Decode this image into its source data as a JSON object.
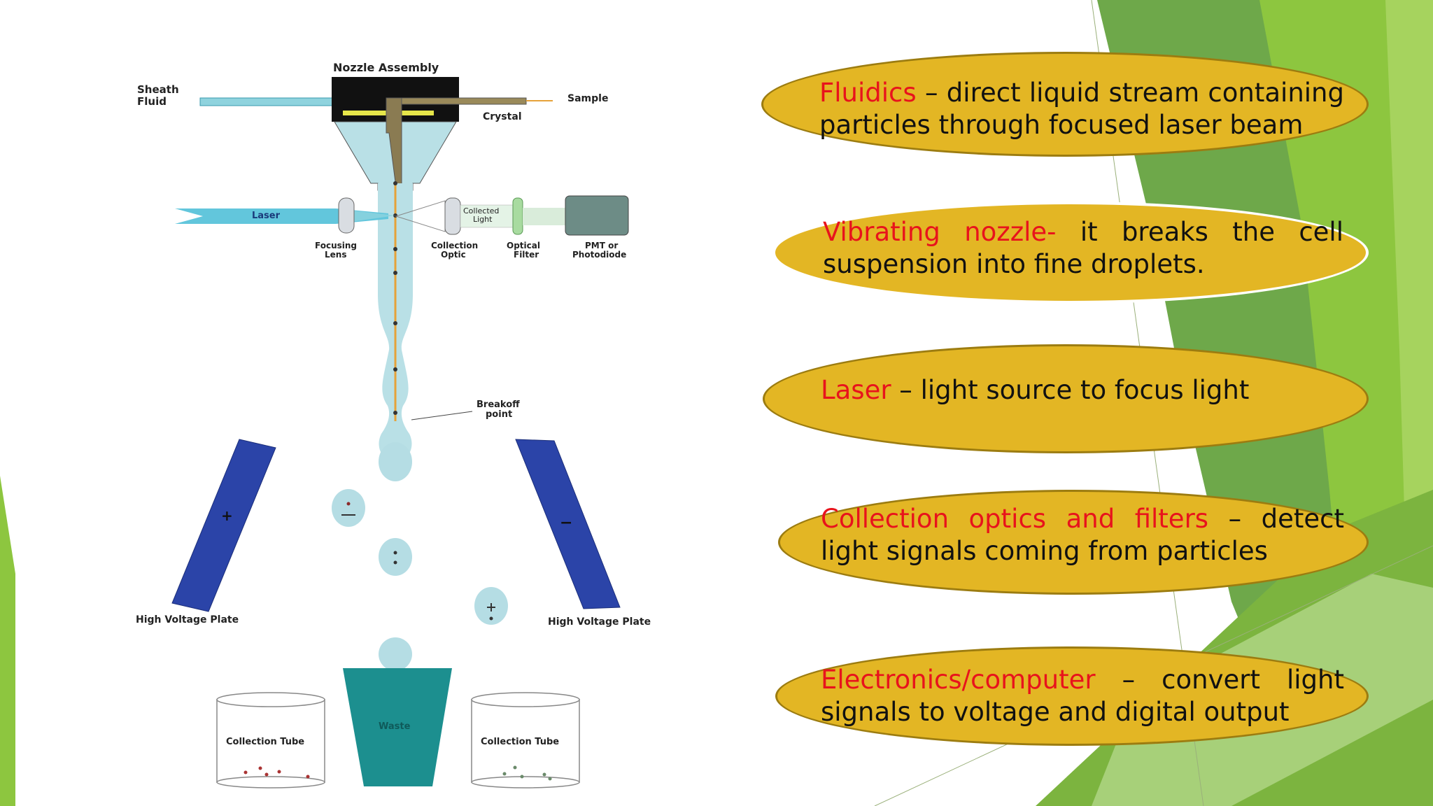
{
  "diagram": {
    "nozzle_assembly": "Nozzle Assembly",
    "sheath_fluid_1": "Sheath",
    "sheath_fluid_2": "Fluid",
    "sample": "Sample",
    "crystal": "Crystal",
    "laser": "Laser",
    "focusing_lens_1": "Focusing",
    "focusing_lens_2": "Lens",
    "collected_light_1": "Collected",
    "collected_light_2": "Light",
    "collection_optic_1": "Collection",
    "collection_optic_2": "Optic",
    "optical_filter_1": "Optical",
    "optical_filter_2": "Filter",
    "pmt_1": "PMT or",
    "pmt_2": "Photodiode",
    "breakoff_1": "Breakoff",
    "breakoff_2": "point",
    "left_plate_sign": "+",
    "right_plate_sign": "−",
    "left_plate_label": "High Voltage Plate",
    "right_plate_label": "High Voltage Plate",
    "waste": "Waste",
    "collection_tube_left": "Collection Tube",
    "collection_tube_right": "Collection Tube"
  },
  "points": [
    {
      "term": "Fluidics",
      "desc": " – direct liquid stream containing particles through focused laser beam"
    },
    {
      "term": "Vibrating nozzle-",
      "desc": " it breaks the cell suspension into fine droplets."
    },
    {
      "term": "Laser",
      "desc": " – light source to focus light"
    },
    {
      "term": "Collection optics and filters",
      "desc": " – detect light signals coming from particles"
    },
    {
      "term": "Electronics/computer",
      "desc": " – convert light signals to voltage and digital output"
    }
  ],
  "colors": {
    "pill_fill": "#e3b624",
    "pill_border": "#9c7c10",
    "term_text": "#e8131c",
    "accent_green": "#8dc63f",
    "plate_blue": "#2b44a8",
    "waste_teal": "#1c8f8f",
    "droplet": "#b5dde4"
  }
}
